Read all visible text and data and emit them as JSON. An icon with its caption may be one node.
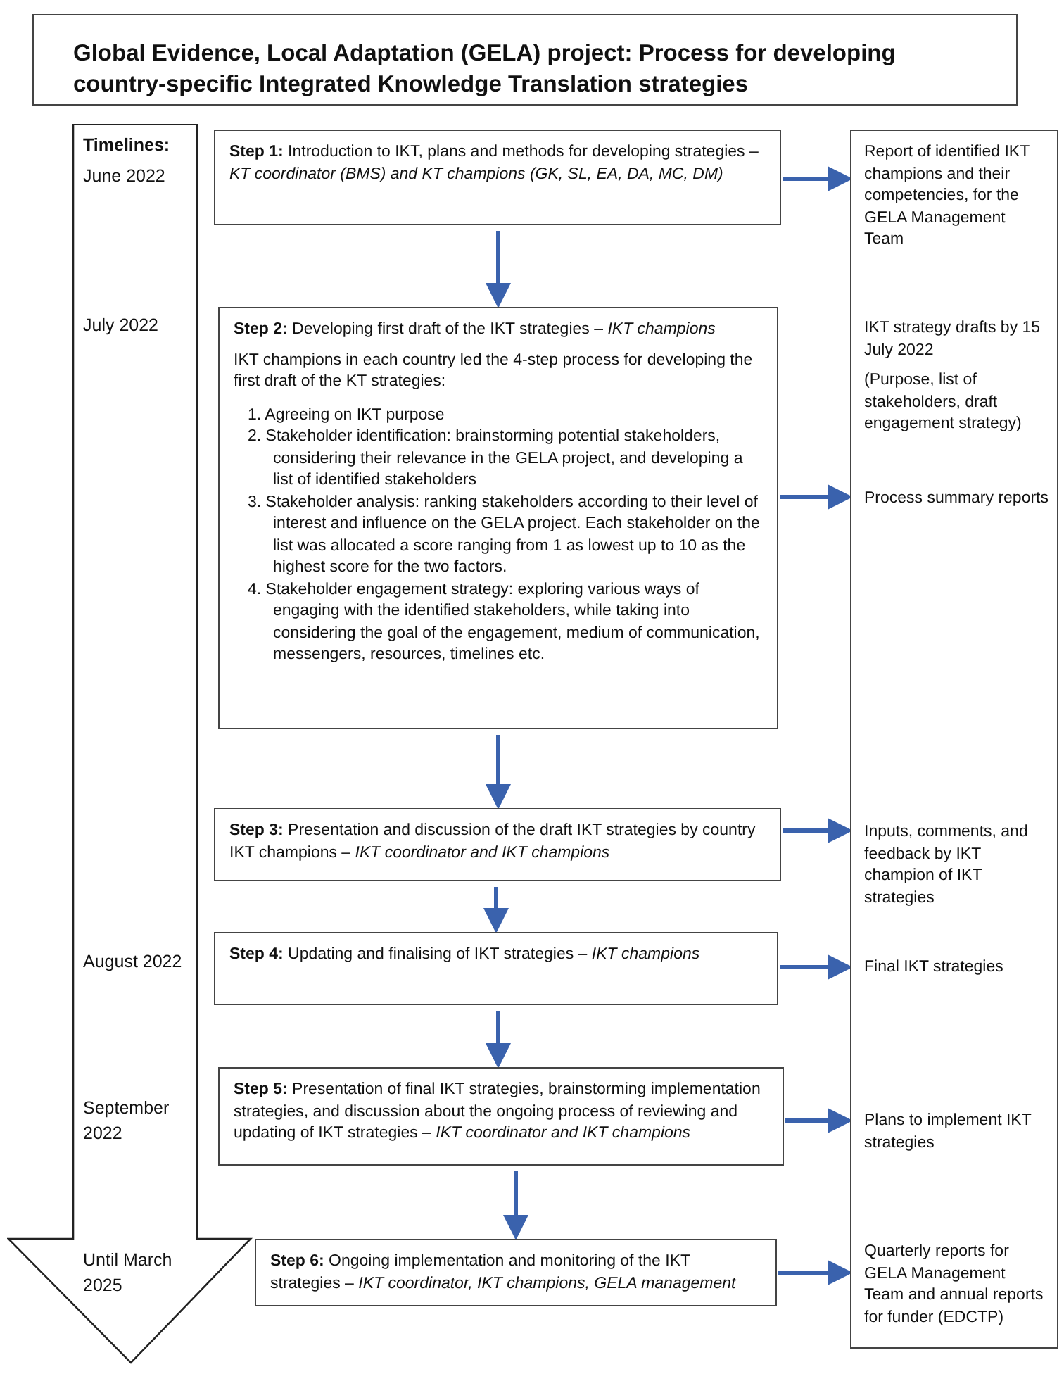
{
  "diagram": {
    "nodes": [
      {
        "text": [
          "Global Evidence, Local Adaptation (GELA) project: Process for developing country-specific Integrated Knowledge Translation strategies"
        ]
      },
      {
        "text": [
          "Timelines:",
          "June 2022",
          "July 2022",
          "August 2022",
          "September 2022",
          "Until March 2025"
        ]
      },
      {
        "text": [
          "**Step 1:** Introduction to IKT, plans and methods for developing strategies – *KT coordinator (BMS) and KT champions (GK, SL, EA, DA, MC, DM)*"
        ]
      },
      {
        "text": [
          "**Step 2:** Developing first draft of the IKT strategies – *IKT champions*",
          "IKT champions in each country led the 4-step process for developing the first draft of the KT strategies:",
          "1. Agreeing on IKT purpose",
          "2. Stakeholder identification: brainstorming potential stakeholders, considering their relevance in the GELA project, and developing a list of identified stakeholders",
          "3. Stakeholder analysis: ranking stakeholders according to their level of interest and influence on the GELA project. Each stakeholder on the list was allocated a score ranging from 1 as lowest up to 10 as the highest score for the two factors.",
          "4. Stakeholder engagement strategy: exploring various ways of engaging with the identified stakeholders, while taking into considering the goal of the engagement, medium of communication, messengers, resources, timelines etc."
        ]
      },
      {
        "text": [
          "**Step 3:** Presentation and discussion of the draft IKT strategies by country IKT champions – *IKT coordinator and IKT champions*"
        ]
      },
      {
        "text": [
          "**Step 4:** Updating and finalising of IKT strategies – *IKT champions*"
        ]
      },
      {
        "text": [
          "**Step 5:** Presentation of final IKT strategies, brainstorming implementation strategies, and discussion about the ongoing process of reviewing and updating of IKT strategies – *IKT coordinator and IKT champions*"
        ]
      },
      {
        "text": [
          "**Step 6:** Ongoing implementation and monitoring of the IKT strategies – *IKT coordinator, IKT champions, GELA management*"
        ]
      },
      {
        "text": [],
        "shape": "box"
      },
      {
        "text": [
          "Report of identified IKT champions and their competencies, for the GELA Management Team"
        ],
        "in": 8
      },
      {
        "text": [
          "IKT strategy drafts by 15 July 2022",
          "(Purpose, list of stakeholders, draft engagement strategy)"
        ],
        "in": 8
      },
      {
        "text": [
          "Process summary reports"
        ],
        "in": 8
      },
      {
        "text": [
          "Inputs, comments, and feedback by IKT champion of IKT strategies"
        ],
        "in": 8
      },
      {
        "text": [
          "Final IKT strategies"
        ],
        "in": 8
      },
      {
        "text": [
          "Plans to implement IKT strategies"
        ],
        "in": 8
      },
      {
        "text": [
          "Quarterly reports for GELA Management Team and annual reports for funder (EDCTP)"
        ],
        "in": 8
      }
    ],
    "edges": [
      {
        "from": 2,
        "to": 3,
        "arrow": "to"
      },
      {
        "from": 3,
        "to": 4,
        "arrow": "to"
      },
      {
        "from": 4,
        "to": 5,
        "arrow": "to"
      },
      {
        "from": 5,
        "to": 6,
        "arrow": "to"
      },
      {
        "from": 6,
        "to": 7,
        "arrow": "to"
      },
      {
        "from": 2,
        "to": 9,
        "arrow": "to"
      },
      {
        "from": 3,
        "to": 11,
        "arrow": "to"
      },
      {
        "from": 4,
        "to": 12,
        "arrow": "to"
      },
      {
        "from": 5,
        "to": 13,
        "arrow": "to"
      },
      {
        "from": 6,
        "to": 14,
        "arrow": "to"
      },
      {
        "from": 7,
        "to": 15,
        "arrow": "to"
      }
    ]
  }
}
